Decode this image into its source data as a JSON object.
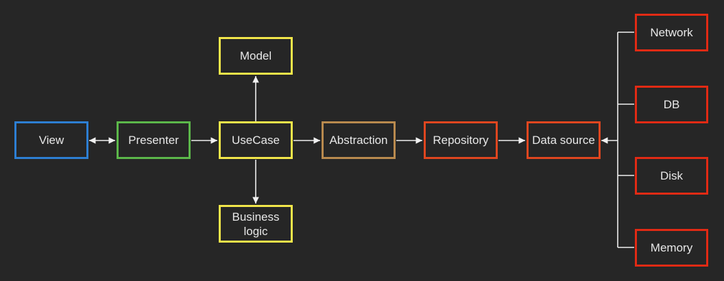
{
  "colors": {
    "background": "#262626",
    "text": "#e8e8e8",
    "connector": "#f0f0f0",
    "view": "#2d7fd3",
    "presenter": "#5cb84a",
    "domain": "#f2e64a",
    "abstraction": "#b98a4e",
    "data": "#e0461f",
    "source": "#e22a14"
  },
  "nodes": {
    "view": {
      "label": "View"
    },
    "presenter": {
      "label": "Presenter"
    },
    "model": {
      "label": "Model"
    },
    "usecase": {
      "label": "UseCase"
    },
    "business": {
      "label": "Business\nlogic"
    },
    "abstraction": {
      "label": "Abstraction"
    },
    "repository": {
      "label": "Repository"
    },
    "datasource": {
      "label": "Data source"
    },
    "network": {
      "label": "Network"
    },
    "db": {
      "label": "DB"
    },
    "disk": {
      "label": "Disk"
    },
    "memory": {
      "label": "Memory"
    }
  }
}
